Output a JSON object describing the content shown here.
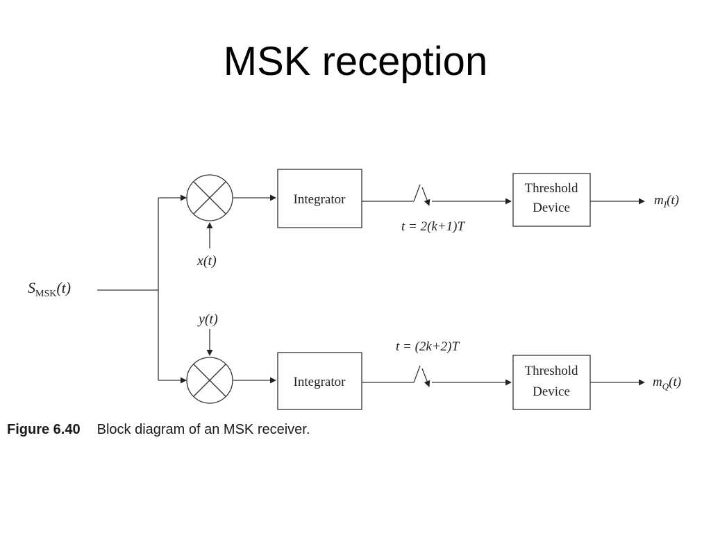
{
  "title": "MSK reception",
  "diagram": {
    "input_label": {
      "main": "S",
      "sub": "MSK",
      "arg": "(t)"
    },
    "top": {
      "carrier": "x(t)",
      "integrator": "Integrator",
      "sampling": "t = 2(k+1)T",
      "threshold_line1": "Threshold",
      "threshold_line2": "Device",
      "output": {
        "main": "m",
        "sub": "I",
        "arg": "(t)"
      }
    },
    "bottom": {
      "carrier": "y(t)",
      "integrator": "Integrator",
      "sampling": "t = (2k+2)T",
      "threshold_line1": "Threshold",
      "threshold_line2": "Device",
      "output": {
        "main": "m",
        "sub": "Q",
        "arg": "(t)"
      }
    }
  },
  "caption": {
    "number": "Figure 6.40",
    "text": "Block diagram of an MSK receiver."
  }
}
